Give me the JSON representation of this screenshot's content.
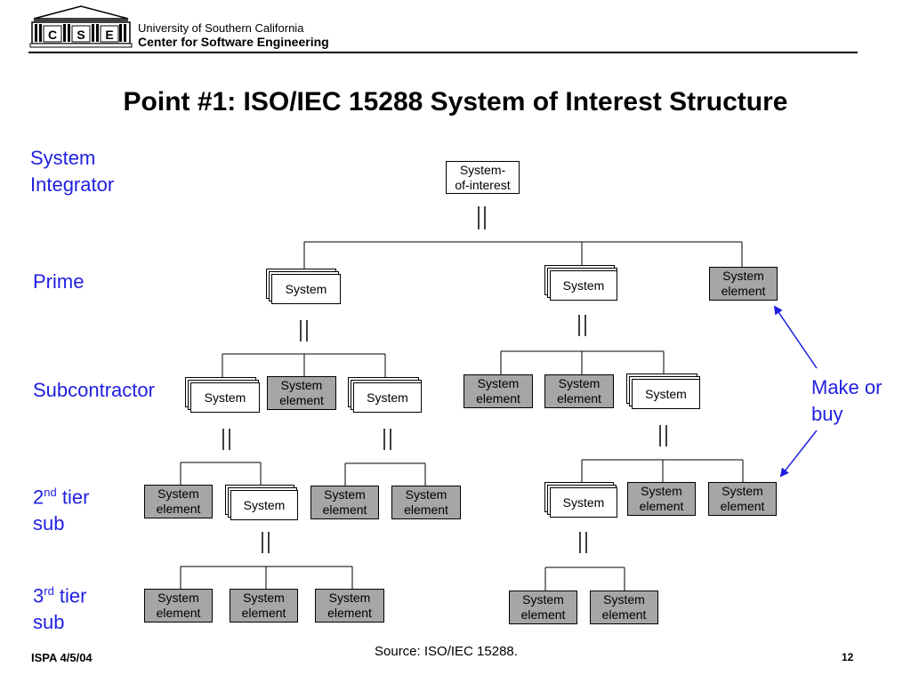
{
  "logo": {
    "letters": [
      "C",
      "S",
      "E"
    ]
  },
  "header": {
    "org_line1": "University of Southern California",
    "org_line2": "Center for Software Engineering"
  },
  "title": "Point #1: ISO/IEC 15288 System of Interest Structure",
  "levels": {
    "integrator": [
      "System",
      "Integrator"
    ],
    "prime": "Prime",
    "subcontractor": "Subcontractor",
    "tier2": {
      "ord": "2",
      "sup": "nd",
      "rest": " tier",
      "line2": "sub"
    },
    "tier3": {
      "ord": "3",
      "sup": "rd",
      "rest": " tier",
      "line2": "sub"
    }
  },
  "nodes": {
    "root": [
      "System-",
      "of-interest"
    ],
    "system": "System",
    "element": [
      "System",
      "element"
    ]
  },
  "annotation": [
    "Make or",
    "buy"
  ],
  "colors": {
    "level_text": "#1f1fe0",
    "element_fill": "#a6a6a6",
    "arrow": "#1f1fe0"
  },
  "footer": {
    "left": "ISPA 4/5/04",
    "source": "Source: ISO/IEC 15288.",
    "page": "12"
  }
}
